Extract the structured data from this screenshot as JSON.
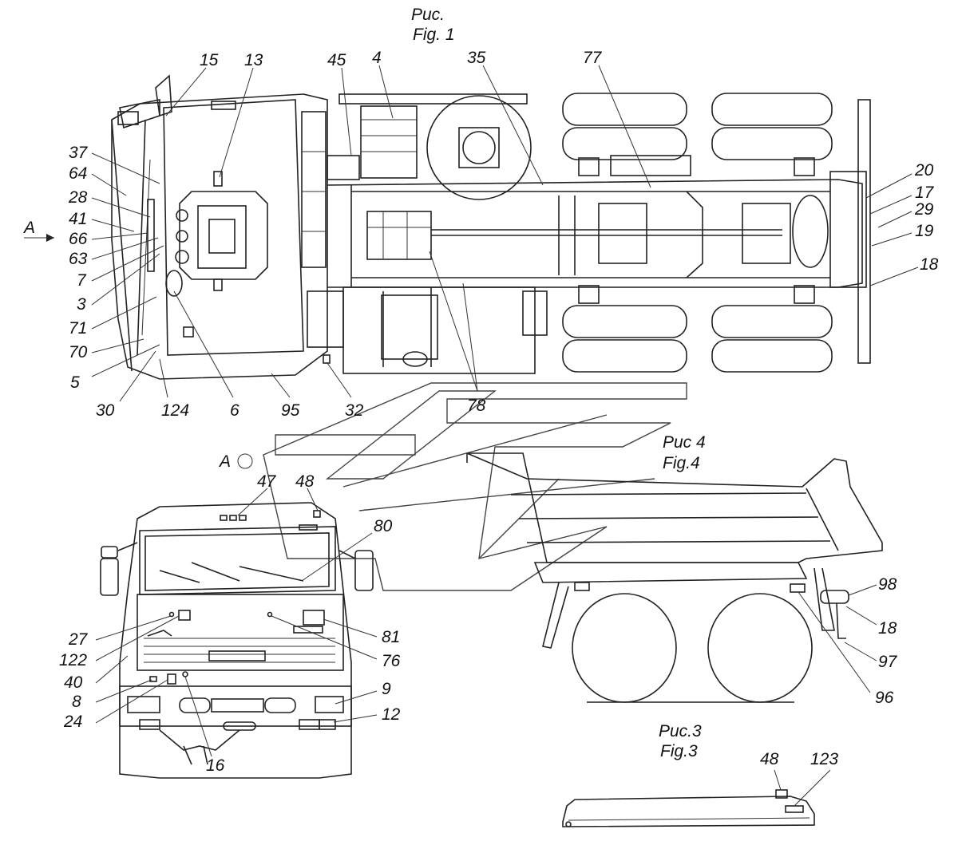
{
  "figures": {
    "fig1": {
      "line1": "Рис.",
      "line2": "Fig. 1"
    },
    "fig4": {
      "line1": "Рис 4",
      "line2": "Fig.4"
    },
    "fig3": {
      "line1": "Рис.3",
      "line2": "Fig.3"
    },
    "arrow_label": "A",
    "view_label": "A"
  },
  "callouts": {
    "fig1": [
      "15",
      "13",
      "45",
      "4",
      "35",
      "77",
      "37",
      "64",
      "28",
      "41",
      "66",
      "63",
      "7",
      "3",
      "71",
      "70",
      "5",
      "30",
      "124",
      "6",
      "95",
      "32",
      "78",
      "20",
      "17",
      "29",
      "19",
      "18"
    ],
    "front": [
      "47",
      "48",
      "80",
      "27",
      "122",
      "40",
      "8",
      "24",
      "16",
      "81",
      "76",
      "9",
      "12"
    ],
    "fig4": [
      "98",
      "18",
      "97",
      "96"
    ],
    "fig3": [
      "48",
      "123"
    ]
  }
}
